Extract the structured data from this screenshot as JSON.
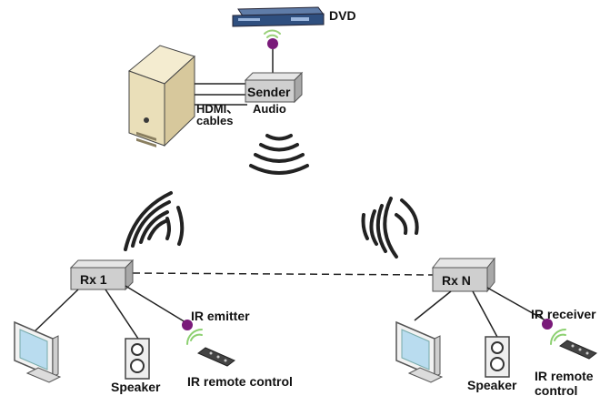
{
  "labels": {
    "dvd": "DVD",
    "sender": "Sender",
    "hdmi_line1": "HDMI、",
    "hdmi_line2": "cables",
    "audio": "Audio",
    "rx1": "Rx 1",
    "rxn": "Rx N",
    "ir_emitter": "IR emitter",
    "ir_receiver": "IR receiver",
    "speaker_left": "Speaker",
    "speaker_right": "Speaker",
    "remote_left": "IR remote control",
    "remote_right_line1": "IR remote",
    "remote_right_line2": "control"
  },
  "colors": {
    "box_fill": "#cfcfcf",
    "box_stroke": "#555555",
    "ir_dot": "#7a1a7a",
    "wave": "#222222",
    "line": "#222222",
    "dvd_body": "#2f4f7f"
  }
}
